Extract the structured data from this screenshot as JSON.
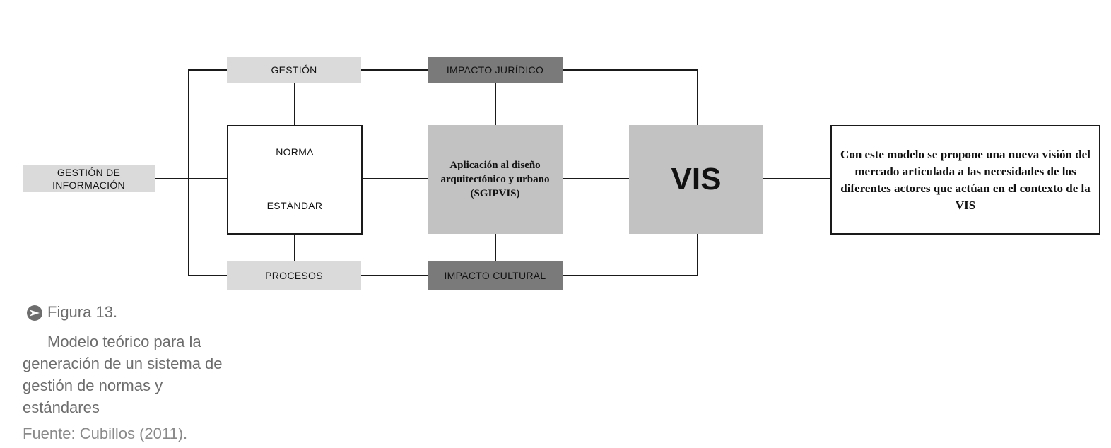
{
  "diagram": {
    "nodes": {
      "gestion_informacion": "GESTIÓN DE INFORMACIÓN",
      "gestion": "GESTIÓN",
      "norma": "NORMA",
      "estandar": "ESTÁNDAR",
      "procesos": "PROCESOS",
      "impacto_juridico": "IMPACTO JURÍDICO",
      "aplicacion": "Aplicación al diseño arquitectónico y urbano (SGIPVIS)",
      "impacto_cultural": "IMPACTO CULTURAL",
      "vis": "VIS",
      "conclusion": "Con este modelo se propone una nueva visión del mercado articulada a las necesidades de los diferentes actores que actúan en el contexto de la VIS"
    },
    "colors": {
      "light_box": "#dadada",
      "dark_box": "#7a7a7a",
      "mid_box": "#c2c2c2",
      "line": "#1a1a1a"
    }
  },
  "caption": {
    "icon": "arrow-bullet-icon",
    "figure_label": "Figura 13.",
    "description": "Modelo teórico para la generación de un sistema de gestión de normas y estándares",
    "source": "Fuente: Cubillos (2011)."
  }
}
